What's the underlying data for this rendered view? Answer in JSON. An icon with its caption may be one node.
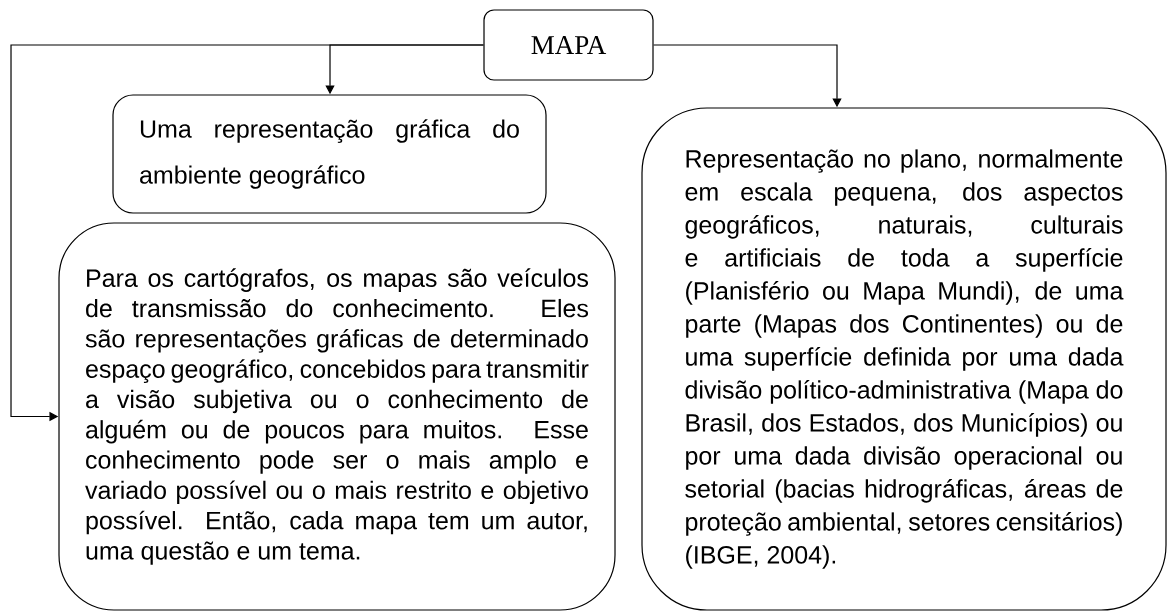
{
  "diagram": {
    "nodes": [
      {
        "text": [
          "MAPA"
        ]
      },
      {
        "text": [
          "Uma representação gráfica do ambiente geográfico"
        ]
      },
      {
        "text": [
          "Para os cartógrafos, os mapas são veículos de transmissão do conhecimento. Eles são representações gráficas de determinado espaço geográfico, concebidos para transmitir a visão subjetiva ou o conhecimento de alguém ou de poucos para muitos. Esse conhecimento pode ser o mais amplo e variado possível ou o mais restrito e objetivo possível. Então, cada mapa tem um autor, uma questão e um tema."
        ]
      },
      {
        "text": [
          "Representação no plano, normalmente em escala pequena, dos aspectos geográficos, naturais, culturais e artificiais de toda a superfície (Planisfério ou Mapa Mundi), de uma parte (Mapas dos Continentes) ou de uma superfície definida por uma dada divisão político-administrativa (Mapa do Brasil, dos Estados, dos Municípios) ou por uma dada divisão operacional ou setorial (bacias hidrográficas, áreas de proteção ambiental, setores censitários) (IBGE, 2004)."
        ]
      }
    ],
    "edges": [
      {
        "from": 0,
        "to": 1,
        "arrow": "to"
      },
      {
        "from": 0,
        "to": 2,
        "arrow": "to"
      },
      {
        "from": 0,
        "to": 3,
        "arrow": "to"
      }
    ]
  }
}
